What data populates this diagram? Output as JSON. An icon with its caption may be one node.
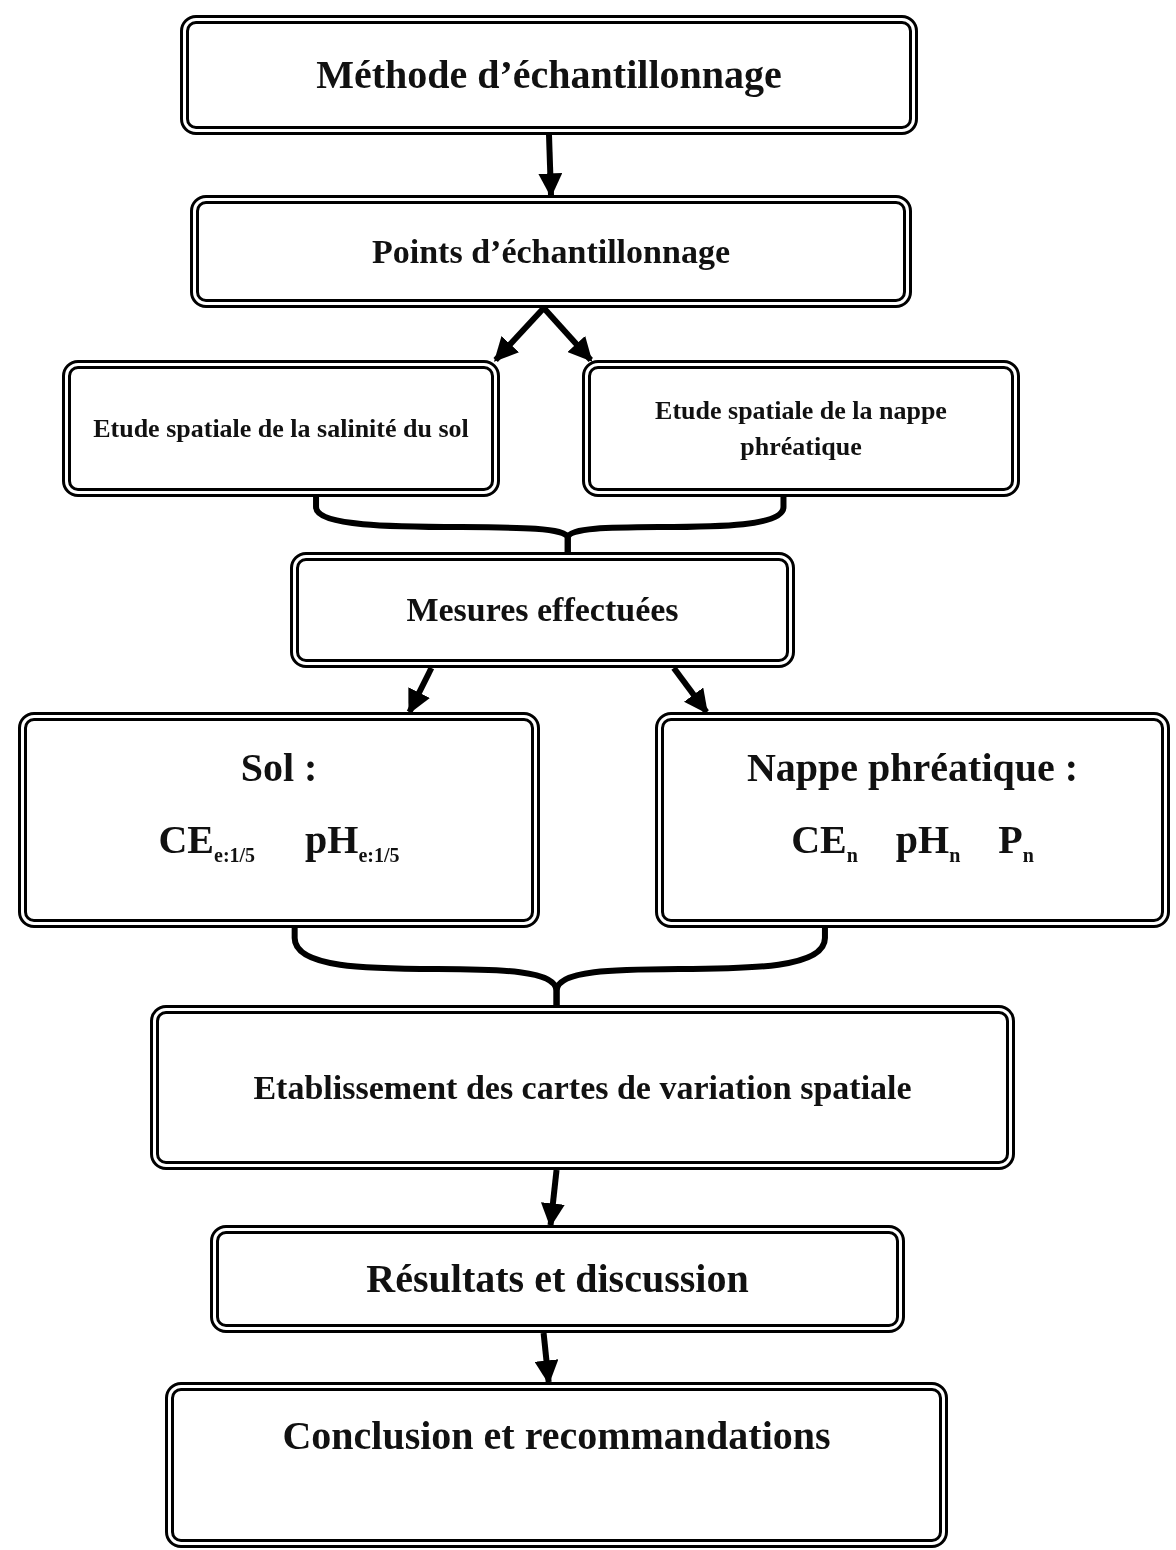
{
  "diagram": {
    "nodes": [
      {
        "text": [
          "Méthode d’échantillonnage"
        ]
      },
      {
        "text": [
          "Points d’échantillonnage"
        ]
      },
      {
        "text": [
          "Etude spatiale de la salinité du sol"
        ]
      },
      {
        "text": [
          "Etude spatiale de la nappe phréatique"
        ]
      },
      {
        "text": [
          "Mesures effectuées"
        ]
      },
      {
        "text": [
          "Sol :",
          "CE$_{e:1/5}$ pH$_{e:1/5}$"
        ]
      },
      {
        "text": [
          "Nappe phréatique :",
          "CE$_{n}$ pH$_{n}$ P$_{n}$"
        ]
      },
      {
        "text": [
          "Etablissement des cartes de variation spatiale"
        ]
      },
      {
        "text": [
          "Résultats et discussion"
        ]
      },
      {
        "text": [
          "Conclusion et recommandations"
        ]
      }
    ],
    "edges": [
      {
        "from": 0,
        "to": 1,
        "arrow": "to"
      },
      {
        "from": 1,
        "to": 2,
        "arrow": "to"
      },
      {
        "from": 1,
        "to": 3,
        "arrow": "to"
      },
      {
        "from": 2,
        "to": 4,
        "arrow": "none"
      },
      {
        "from": 3,
        "to": 4,
        "arrow": "none"
      },
      {
        "from": 4,
        "to": 5,
        "arrow": "to"
      },
      {
        "from": 4,
        "to": 6,
        "arrow": "to"
      },
      {
        "from": 5,
        "to": 7,
        "arrow": "none"
      },
      {
        "from": 6,
        "to": 7,
        "arrow": "none"
      },
      {
        "from": 7,
        "to": 8,
        "arrow": "to"
      },
      {
        "from": 8,
        "to": 9,
        "arrow": "to"
      }
    ]
  }
}
